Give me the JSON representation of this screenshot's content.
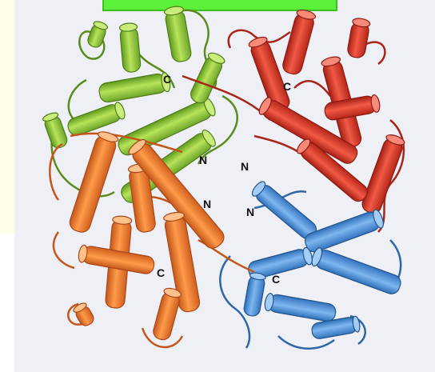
{
  "figure": {
    "terminus_labels": {
      "green_c": "C",
      "red_c": "C",
      "green_n": "N",
      "red_n": "N",
      "orange_n": "N",
      "blue_n": "N",
      "orange_c": "C",
      "blue_c": "C"
    },
    "subunit_colors": {
      "green": "#8cc63f",
      "red": "#e03a2a",
      "orange": "#ef7c2a",
      "blue": "#4a8fd8"
    }
  },
  "background_colors": {
    "left_panel": "#ffffe9",
    "top_bar": "#5df03a",
    "figure_bg": "#efeff6"
  }
}
